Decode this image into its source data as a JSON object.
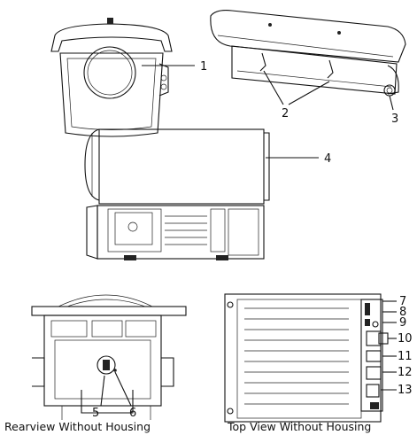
{
  "callouts": {
    "c1": "1",
    "c2": "2",
    "c3": "3",
    "c4": "4",
    "c5": "5",
    "c6": "6",
    "c7": "7",
    "c8": "8",
    "c9": "9",
    "c10": "10",
    "c11": "11",
    "c12": "12",
    "c13": "13"
  },
  "captions": {
    "rearview": "Rearview Without Housing",
    "topview": "Top View Without Housing"
  }
}
